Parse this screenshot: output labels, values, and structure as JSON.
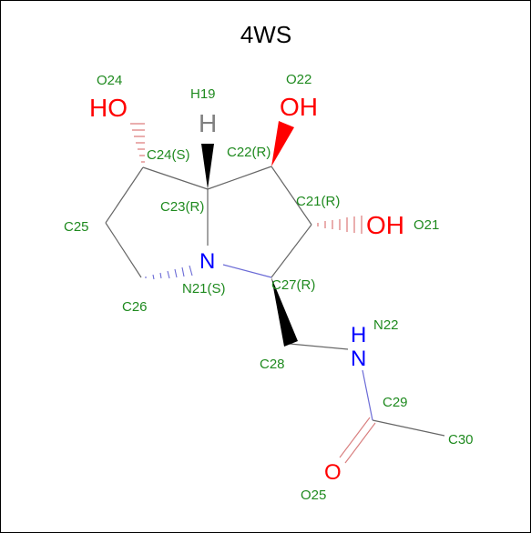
{
  "title": "4WS",
  "colors": {
    "oxygen": "#ff0000",
    "nitrogen": "#0000ff",
    "hydrogen": "#808080",
    "label": "#1f8a1f",
    "bond": "#666666"
  },
  "heteroatoms": {
    "o24": "HO",
    "o22": "OH",
    "o21": "OH",
    "h19": "H",
    "n21": "N",
    "n22_h": "H",
    "n22_n": "N",
    "o25": "O"
  },
  "atom_labels": {
    "O24": "O24",
    "H19": "H19",
    "O22": "O22",
    "C24": "C24(S)",
    "C22": "C22(R)",
    "C23": "C23(R)",
    "C21": "C21(R)",
    "O21": "O21",
    "C25": "C25",
    "N21": "N21(S)",
    "C27": "C27(R)",
    "C26": "C26",
    "N22": "N22",
    "C28": "C28",
    "C29": "C29",
    "C30": "C30",
    "O25": "O25"
  }
}
